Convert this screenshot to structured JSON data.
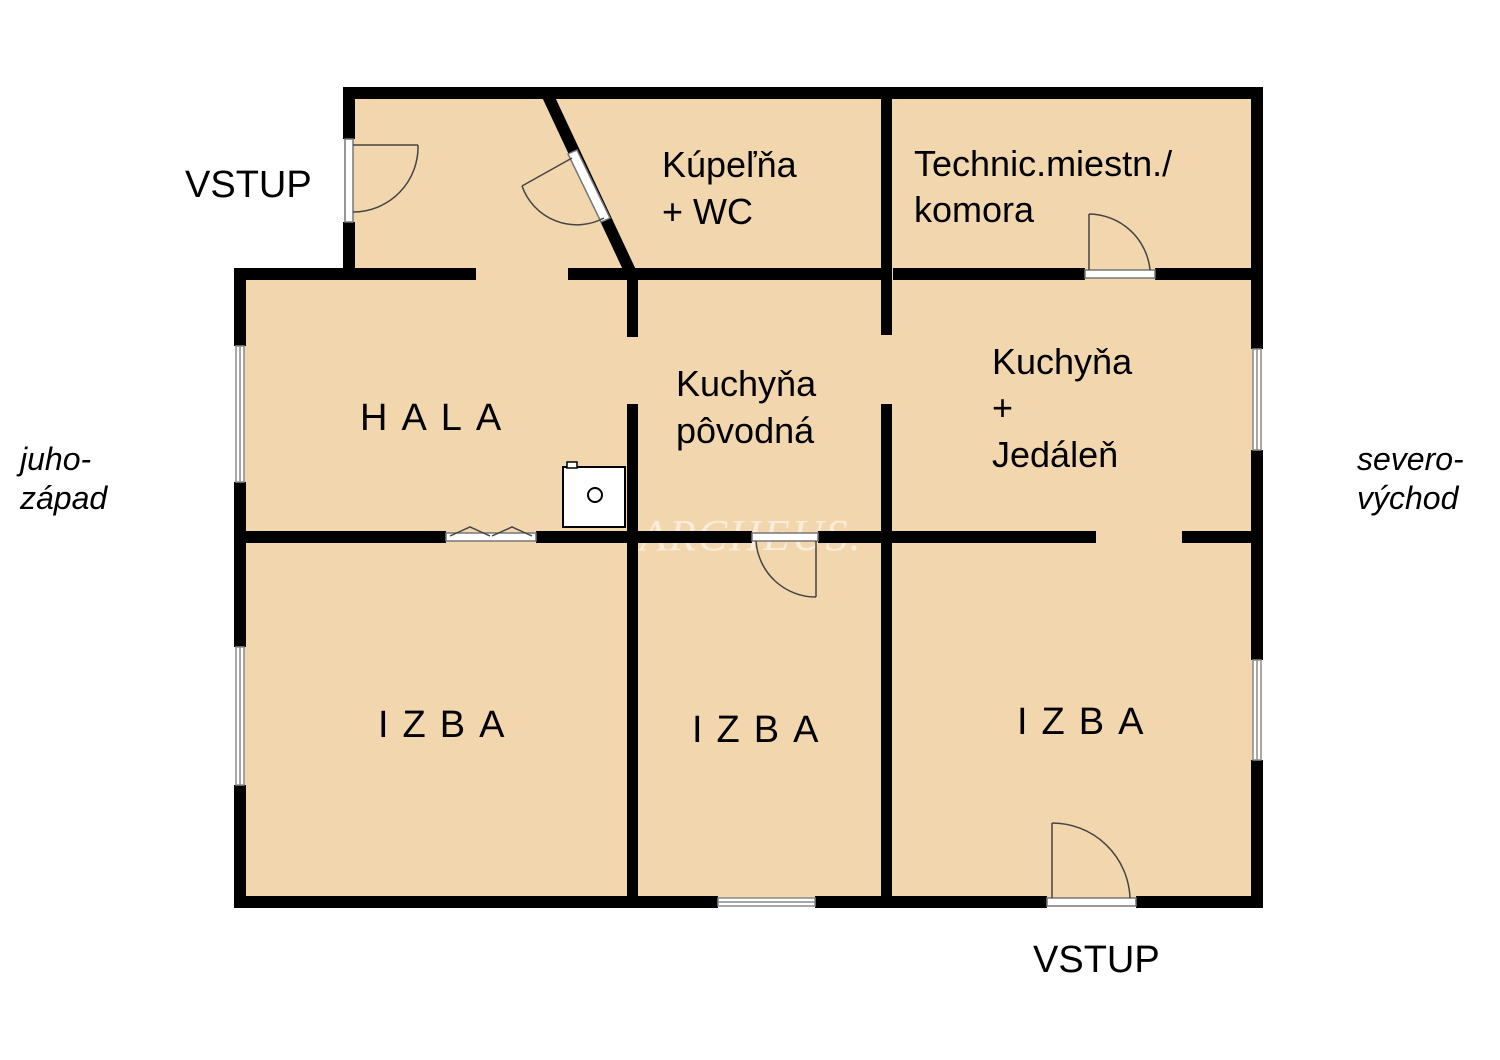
{
  "colors": {
    "floor": "#f2d6ae",
    "wall": "#000000",
    "background": "#ffffff"
  },
  "labels": {
    "vstup_top": "VSTUP",
    "vstup_bottom": "VSTUP",
    "bathroom_line1": "Kúpeľňa",
    "bathroom_line2": "+ WC",
    "tech_line1": "Technic.miestn./",
    "tech_line2": "komora",
    "hala": "HALA",
    "kitchen_old_line1": "Kuchyňa",
    "kitchen_old_line2": "pôvodná",
    "kitchen_line1": "Kuchyňa",
    "kitchen_line2": "+",
    "kitchen_line3": "Jedáleň",
    "izba_left": "IZBA",
    "izba_mid": "IZBA",
    "izba_right": "IZBA",
    "southwest_line1": "juho-",
    "southwest_line2": "západ",
    "northeast_line1": "severo-",
    "northeast_line2": "východ",
    "watermark": "ARCHEUS."
  }
}
